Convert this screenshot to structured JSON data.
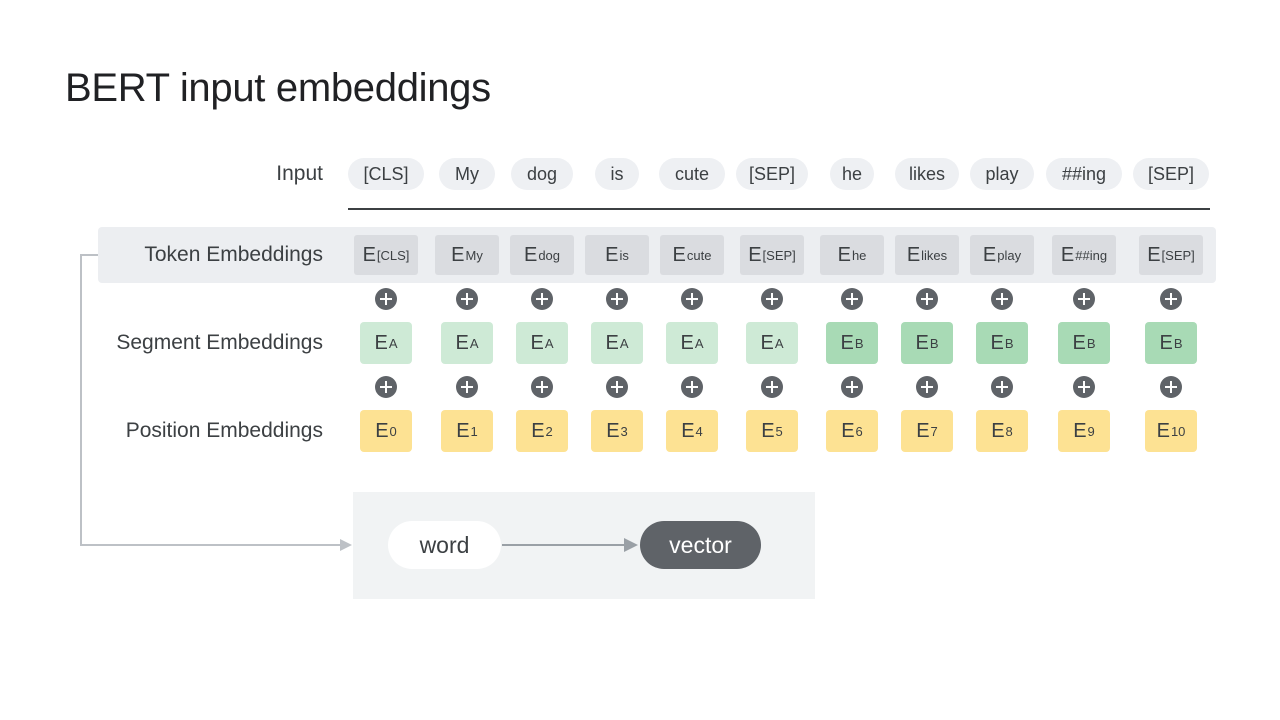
{
  "title": "BERT input embeddings",
  "labels": {
    "input": "Input",
    "token": "Token Embeddings",
    "segment": "Segment Embeddings",
    "position": "Position Embeddings"
  },
  "inputs": [
    "[CLS]",
    "My",
    "dog",
    "is",
    "cute",
    "[SEP]",
    "he",
    "likes",
    "play",
    "##ing",
    "[SEP]"
  ],
  "token_embeddings": [
    {
      "base": "E",
      "sub": "[CLS]"
    },
    {
      "base": "E",
      "sub": "My"
    },
    {
      "base": "E",
      "sub": "dog"
    },
    {
      "base": "E",
      "sub": "is"
    },
    {
      "base": "E",
      "sub": "cute"
    },
    {
      "base": "E",
      "sub": "[SEP]"
    },
    {
      "base": "E",
      "sub": "he"
    },
    {
      "base": "E",
      "sub": "likes"
    },
    {
      "base": "E",
      "sub": "play"
    },
    {
      "base": "E",
      "sub": "##ing"
    },
    {
      "base": "E",
      "sub": "[SEP]"
    }
  ],
  "segment_embeddings": [
    {
      "base": "E",
      "sub": "A",
      "segment": "A"
    },
    {
      "base": "E",
      "sub": "A",
      "segment": "A"
    },
    {
      "base": "E",
      "sub": "A",
      "segment": "A"
    },
    {
      "base": "E",
      "sub": "A",
      "segment": "A"
    },
    {
      "base": "E",
      "sub": "A",
      "segment": "A"
    },
    {
      "base": "E",
      "sub": "A",
      "segment": "A"
    },
    {
      "base": "E",
      "sub": "B",
      "segment": "B"
    },
    {
      "base": "E",
      "sub": "B",
      "segment": "B"
    },
    {
      "base": "E",
      "sub": "B",
      "segment": "B"
    },
    {
      "base": "E",
      "sub": "B",
      "segment": "B"
    },
    {
      "base": "E",
      "sub": "B",
      "segment": "B"
    }
  ],
  "position_embeddings": [
    {
      "base": "E",
      "sub": "0"
    },
    {
      "base": "E",
      "sub": "1"
    },
    {
      "base": "E",
      "sub": "2"
    },
    {
      "base": "E",
      "sub": "3"
    },
    {
      "base": "E",
      "sub": "4"
    },
    {
      "base": "E",
      "sub": "5"
    },
    {
      "base": "E",
      "sub": "6"
    },
    {
      "base": "E",
      "sub": "7"
    },
    {
      "base": "E",
      "sub": "8"
    },
    {
      "base": "E",
      "sub": "9"
    },
    {
      "base": "E",
      "sub": "10"
    }
  ],
  "mapping": {
    "from": "word",
    "to": "vector"
  },
  "icons": {
    "plus": "plus-circle-icon",
    "arrow": "arrow-right-icon"
  },
  "colors": {
    "token": "#dadce0",
    "segment_a": "#ceead6",
    "segment_b": "#a8dab5",
    "position": "#fde293",
    "plus": "#5f6368",
    "vector": "#5f6368"
  }
}
